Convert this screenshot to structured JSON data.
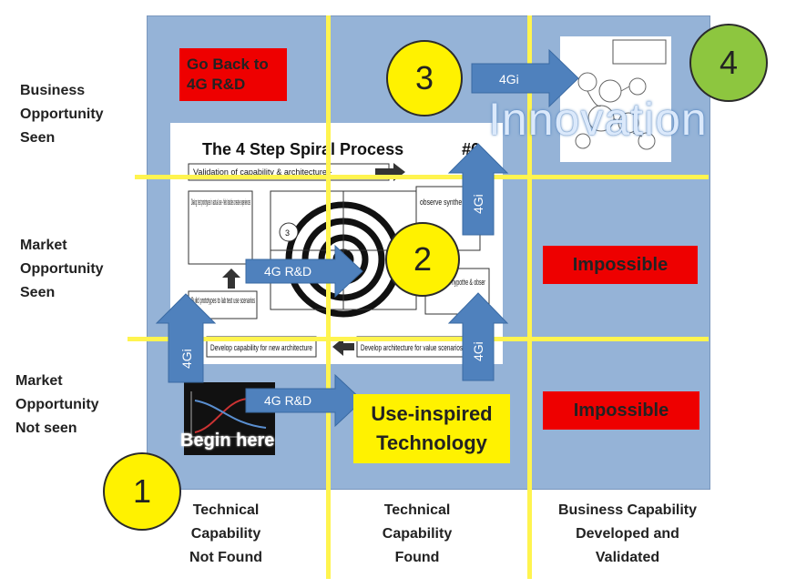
{
  "row_labels": [
    {
      "lines": [
        "Business",
        "Opportunity",
        "Seen"
      ]
    },
    {
      "lines": [
        "Market",
        "Opportunity",
        "Seen"
      ]
    },
    {
      "lines": [
        "Market",
        "Opportunity",
        "Not seen"
      ]
    }
  ],
  "col_labels": [
    {
      "lines": [
        "Technical",
        "Capability",
        "Not Found"
      ]
    },
    {
      "lines": [
        "Technical",
        "Capability",
        "Found"
      ]
    },
    {
      "lines": [
        "Business Capability",
        "Developed and",
        "Validated"
      ]
    }
  ],
  "steps": {
    "one": "1",
    "two": "2",
    "three": "3",
    "four": "4"
  },
  "boxes": {
    "go_back": "Go Back to 4G R&D",
    "impossible_mid": "Impossible",
    "impossible_low": "Impossible",
    "use_inspired": "Use-inspired Technology",
    "begin_here": "Begin here",
    "innovation": "Innovation"
  },
  "arrows": {
    "top_right": "4Gi",
    "rd_middle": "4G R&D",
    "rd_bottom": "4G R&D",
    "left_up": "4Gi",
    "mid_up_top": "4Gi",
    "mid_up_bottom": "4Gi"
  },
  "spiral_doc": {
    "title": "The 4 Step Spiral Process",
    "number": "#6",
    "lines": [
      "Validation of capability & architecture -",
      "Dialog: test prototypes in actual use - field studies create experiences",
      "Build prototypes to lab test use scenarios",
      "Develop capability for new architecture",
      "Develop architecture for value scenarios",
      "observe synthe to fill",
      "value from hypothe & obser"
    ]
  },
  "colors": {
    "grid_bg": "#95b3d7",
    "grid_lines": "#fff44f",
    "arrow_fill": "#4f81bd",
    "red": "#ee0000",
    "yellow": "#fff200",
    "green": "#8dc63f"
  }
}
